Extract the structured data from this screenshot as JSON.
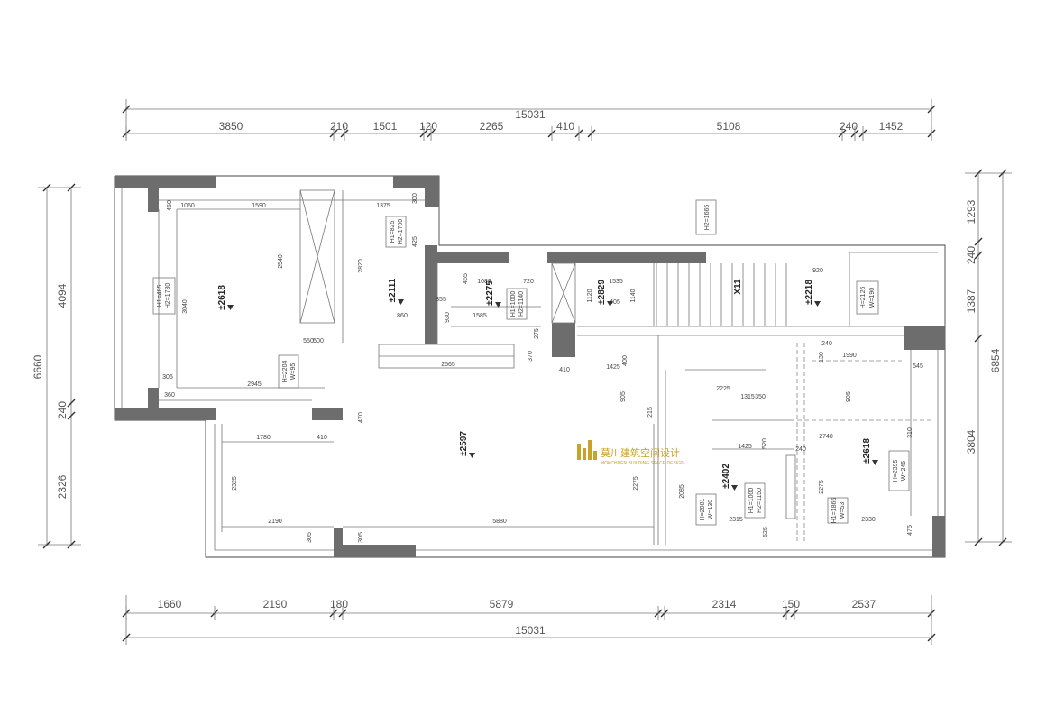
{
  "top_dimensions": {
    "total": "15031",
    "segments": [
      "3850",
      "210",
      "1501",
      "120",
      "2265",
      "410",
      "5108",
      "240",
      "1452"
    ]
  },
  "bottom_dimensions": {
    "total": "15031",
    "segments": [
      "1660",
      "2190",
      "180",
      "5879",
      "2314",
      "150",
      "2537"
    ]
  },
  "left_dimensions": {
    "total": "6660",
    "segments": [
      "4094",
      "240",
      "2326"
    ]
  },
  "right_dimensions": {
    "total": "6854",
    "segments": [
      "1293",
      "240",
      "1387",
      "3804"
    ]
  },
  "levels": [
    "±2618",
    "±2111",
    "±2275",
    "±2829",
    "X11",
    "±2218",
    "±2597",
    "±2402",
    "±2618"
  ],
  "interior_dimensions": {
    "top_left_room": [
      "450",
      "1060",
      "1590",
      "2540",
      "500",
      "550",
      "2945",
      "305",
      "360"
    ],
    "top_mid_room": [
      "1375",
      "300",
      "2820",
      "860",
      "355",
      "930",
      "1585",
      "465",
      "1080",
      "720",
      "2565",
      "370",
      "275"
    ],
    "top_right_area": [
      "1535",
      "1120",
      "1140",
      "405",
      "410",
      "1425",
      "400",
      "920"
    ],
    "right_rooms": [
      "240",
      "1990",
      "545",
      "905",
      "130",
      "2225",
      "1315",
      "350",
      "215",
      "905",
      "1425",
      "520",
      "240",
      "310",
      "2740"
    ],
    "bottom_left": [
      "1780",
      "410",
      "470",
      "2325",
      "2190",
      "5880",
      "305",
      "305",
      "2275"
    ],
    "bottom_right": [
      "2085",
      "2315",
      "525",
      "2275",
      "2330",
      "475"
    ]
  },
  "tags": {
    "tag_top_left": [
      "H1=485",
      "H2=1730",
      "3040"
    ],
    "tag_left_low": [
      "H=2204",
      "W=95"
    ],
    "tag_top_mid": [
      "H1=825",
      "H2=1700",
      "425"
    ],
    "tag_mid1": [
      "H1=1000",
      "H2=1140"
    ],
    "tag_top_stair": [
      "H2=1665"
    ],
    "tag_right": [
      "H=2126",
      "W=190"
    ],
    "tag_bottom_mid1": [
      "H=2081",
      "W=130"
    ],
    "tag_bottom_mid2": [
      "H1=1000",
      "H2=1150"
    ],
    "tag_bottom_right1": [
      "H1=1865",
      "W=53"
    ],
    "tag_bottom_right2": [
      "H=2395",
      "W=245"
    ]
  },
  "logo": {
    "name_cn": "莫川建筑空间设计",
    "name_en": "MOKCHUEN BUILDING SPACE DESIGN",
    "color": "#c9a227"
  }
}
